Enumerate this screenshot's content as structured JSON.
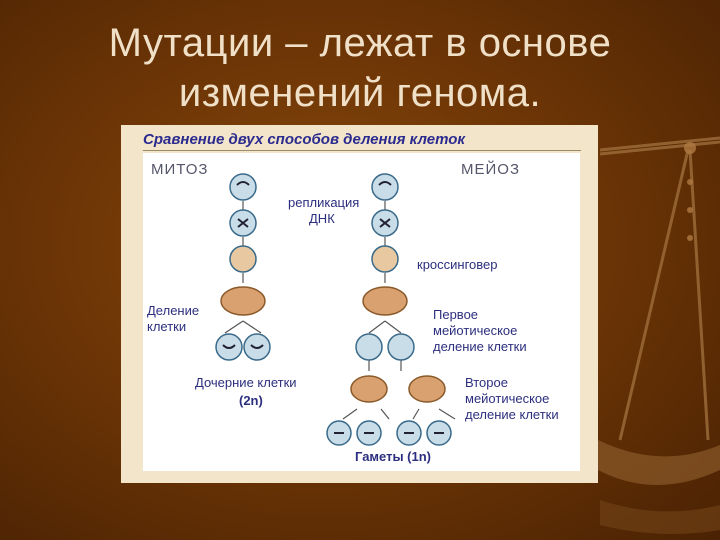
{
  "slide": {
    "title_line1": "Мутации – лежат в основе",
    "title_line2": "изменений генома."
  },
  "figure": {
    "title": "Сравнение двух способов деления клеток",
    "mitosis_label": "МИТОЗ",
    "meiosis_label": "МЕЙОЗ",
    "replication_line1": "репликация",
    "replication_line2": "ДНК",
    "crossingover": "кроссинговер",
    "division_line1": "Деление",
    "division_line2": "клетки",
    "first_line1": "Первое",
    "first_line2": "мейотическое",
    "first_line3": "деление клетки",
    "daughter_line1": "Дочерние клетки",
    "daughter_line2": "(2n)",
    "second_line1": "Второе",
    "second_line2": "мейотическое",
    "second_line3": "деление клетки",
    "gametes": "Гаметы  (1n)"
  },
  "colors": {
    "background": "#6e3606",
    "title_text": "#f0e0c8",
    "figure_frame": "#f3e5c9",
    "figure_title": "#2b2b8f",
    "label_text": "#2c2f7e",
    "cell_fill": "#c9dde8",
    "cell_stroke": "#3a6a8a",
    "dividing_cell": "#d9a070"
  }
}
